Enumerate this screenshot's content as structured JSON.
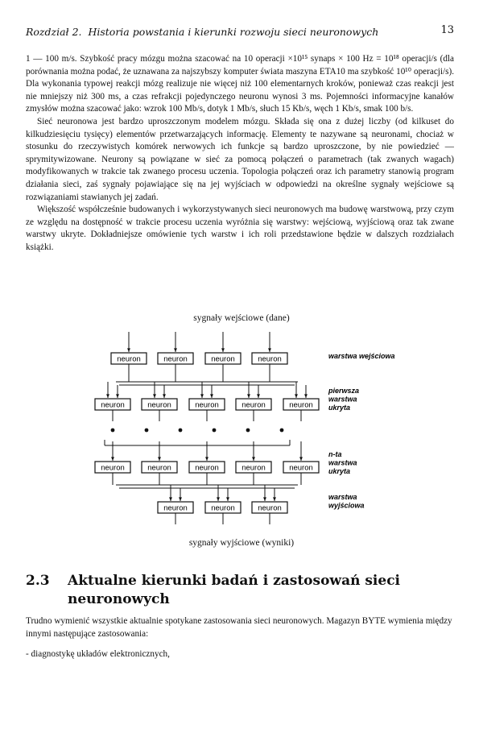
{
  "header": {
    "chapter_label": "Rozdział 2.",
    "chapter_title": "Historia powstania i kierunki rozwoju sieci neuronowych",
    "page_number": "13"
  },
  "paragraphs": [
    "1 — 100 m/s. Szybkość pracy mózgu można szacować na 10 operacji ×10¹⁵ synaps × 100 Hz = 10¹⁸ operacji/s (dla porównania można podać, że uznawana za najszybszy komputer świata maszyna ETA10 ma szybkość 10¹⁰ operacji/s). Dla wykonania typowej reakcji mózg realizuje nie więcej niż 100 elementarnych kroków, ponieważ czas reakcji jest nie mniejszy niż 300 ms, a czas refrakcji pojedynczego neuronu wynosi 3 ms. Pojemności informacyjne kanałów zmysłów można szacować jako: wzrok 100 Mb/s, dotyk 1 Mb/s, słuch 15 Kb/s, węch 1 Kb/s, smak 100 b/s.",
    "Sieć neuronowa jest bardzo uproszczonym modelem mózgu. Składa się ona z dużej liczby (od kilkuset do kilkudziesięciu tysięcy) elementów przetwarzających informację. Elementy te nazywane są neuronami, chociaż w stosunku do rzeczywistych komórek nerwowych ich funkcje są bardzo uproszczone, by nie powiedzieć — sprymitywizowane. Neurony są powiązane w sieć za pomocą połączeń o parametrach (tak zwanych wagach) modyfikowanych w trakcie tak zwanego procesu uczenia. Topologia połączeń oraz ich parametry stanowią program działania sieci, zaś sygnały pojawiające się na jej wyjściach w odpowiedzi na określne sygnały wejściowe są rozwiązaniami stawianych jej zadań.",
    "Większość współcześnie budowanych i wykorzystywanych sieci neuronowych ma budowę warstwową, przy czym ze względu na dostępność w trakcie procesu uczenia wyróżnia się warstwy: wejściową, wyjściową oraz tak zwane warstwy ukryte. Dokładniejsze omówienie tych warstw i ich roli przedstawione będzie w dalszych rozdziałach książki."
  ],
  "figure": {
    "top_label": "sygnały wejściowe (dane)",
    "bottom_label": "sygnały wyjściowe (wyniki)",
    "neuron_label": "neuron",
    "layers": [
      {
        "label_lines": [
          "warstwa wejściowa"
        ],
        "neurons": 4
      },
      {
        "label_lines": [
          "pierwsza",
          "warstwa",
          "ukryta"
        ],
        "neurons": 5
      },
      {
        "label_lines": [
          "n-ta",
          "warstwa",
          "ukryta"
        ],
        "neurons": 5
      },
      {
        "label_lines": [
          "warstwa",
          "wyjściowa"
        ],
        "neurons": 3
      }
    ],
    "ellipsis_dots": 6
  },
  "section": {
    "number": "2.3",
    "title": "Aktualne kierunki badań i zastosowań sieci neuronowych"
  },
  "section_paragraph": "Trudno wymienić wszystkie aktualnie spotykane zastosowania sieci neuronowych. Magazyn BYTE wymienia między innymi następujące zastosowania:",
  "bullet": "- diagnostykę układów elektronicznych,"
}
